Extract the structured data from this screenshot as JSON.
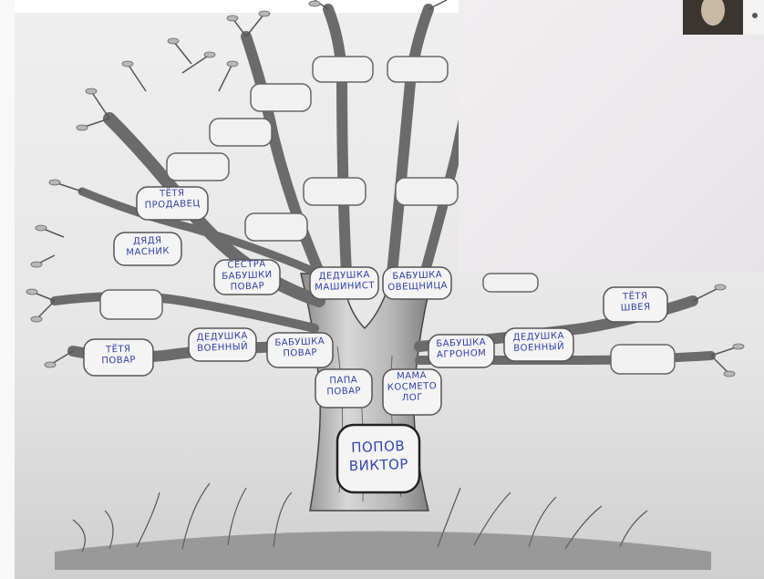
{
  "labels": [
    {
      "text": "ТЁТЯ\nПРОДАВЕЦ"
    },
    {
      "text": "ДЯДЯ\nМАСНИК"
    },
    {
      "text": "СЕСТРА\nБАБУШКИ\nПОВАР"
    },
    {
      "text": "ДЕДУШКА\nМАШИНИСТ"
    },
    {
      "text": "БАБУШКА\nОВЕЩНИЦА"
    },
    {
      "text": "ТЁТЯ\nПОВАР"
    },
    {
      "text": "ДЕДУШКА\nВОЕННЫЙ"
    },
    {
      "text": "БАБУШКА\nПОВАР"
    },
    {
      "text": "БАБУШКА\nАГРОНОМ"
    },
    {
      "text": "ДЕДУШКА\nВОЕННЫЙ"
    },
    {
      "text": "ТЁТЯ\nШВЕЯ"
    },
    {
      "text": "ПАПА\nПОВАР"
    },
    {
      "text": "МАМА\nКОСМЕТО\nЛОГ"
    },
    {
      "text": "ПОПОВ\nВИКТОР"
    }
  ]
}
